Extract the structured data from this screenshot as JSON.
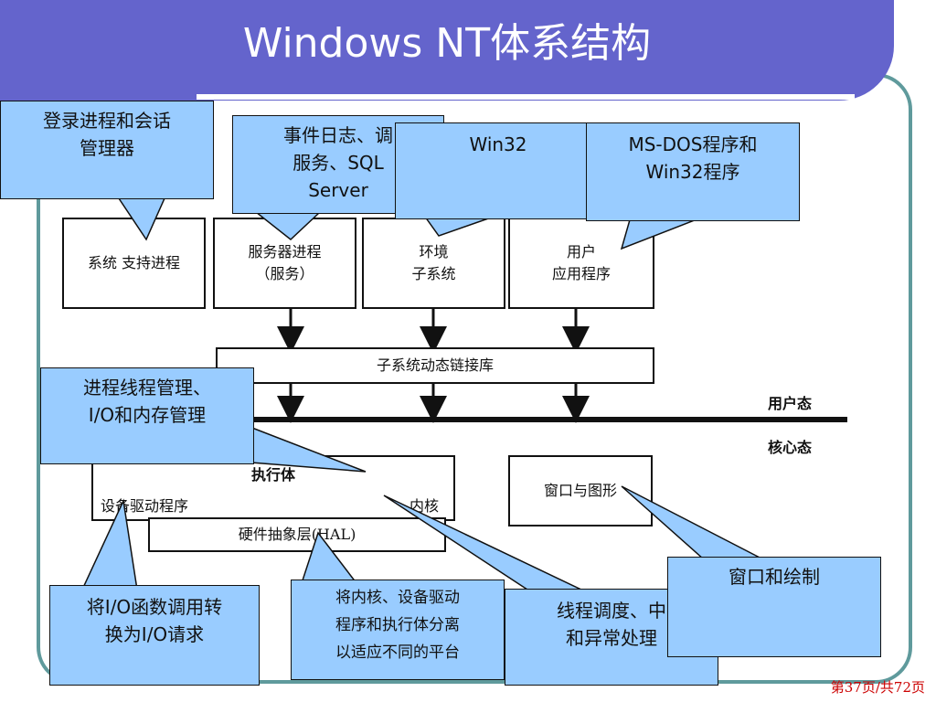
{
  "slide": {
    "title": "Windows NT体系结构",
    "page_number": "第37页/共72页"
  },
  "diagram": {
    "process_boxes": [
      {
        "label": "系统 支持进程"
      },
      {
        "label": "服务器进程\n（服务）"
      },
      {
        "label": "环境\n子系统"
      },
      {
        "label": "用户\n应用程序"
      }
    ],
    "subsystem_dll": "子系统动态链接库",
    "user_mode": "用户态",
    "kernel_mode": "核心态",
    "executive": "执行体",
    "device_drivers": "设备驱动程序",
    "kernel": "内核",
    "hal": "硬件抽象层(HAL)",
    "window_graphics": "窗口与图形"
  },
  "callouts": [
    {
      "text": "登录进程和会话\n管理器"
    },
    {
      "text": "事件日志、调\n服务、SQL\nServer"
    },
    {
      "text": "Win32"
    },
    {
      "text": "MS-DOS程序和\nWin32程序"
    },
    {
      "text": "进程线程管理、\nI/O和内存管理"
    },
    {
      "text": "窗口和绘制"
    },
    {
      "text": "将I/O函数调用转\n换为I/O请求"
    },
    {
      "text": "将内核、设备驱动\n程序和执行体分离\n以适应不同的平台"
    },
    {
      "text": "线程调度、中\n和异常处理"
    }
  ],
  "colors": {
    "title_banner": "#6464cc",
    "frame": "#5f9a9c",
    "callout_fill": "#99ccff",
    "page_number": "#cc0000"
  }
}
